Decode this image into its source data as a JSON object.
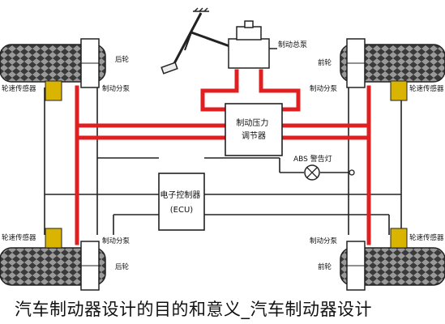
{
  "labels": {
    "wheel_rear_left": "后轮",
    "wheel_front_right": "前轮",
    "wheel_rear_left_bottom": "后轮",
    "wheel_front_right_bottom": "前轮",
    "master_cylinder": "制动总泵",
    "caliper_tl": "制动分泵",
    "caliper_tr": "制动分泵",
    "caliper_bl": "制动分泵",
    "caliper_br": "制动分泵",
    "sensor_tl": "轮速传感器",
    "sensor_tr": "轮速传感器",
    "sensor_bl": "轮速传感器",
    "sensor_br": "轮速传感器",
    "pressure_regulator_line1": "制动压力",
    "pressure_regulator_line2": "调节器",
    "ecu_line1": "电子控制器",
    "ecu_line2": "(ECU)",
    "abs_warning": "ABS 警告灯"
  },
  "caption": "汽车制动器设计的目的和意义_汽车制动器设计",
  "colors": {
    "brake_line": "#e02020",
    "wire": "#222222",
    "sensor": "#d9b400",
    "tire": "#333333"
  }
}
